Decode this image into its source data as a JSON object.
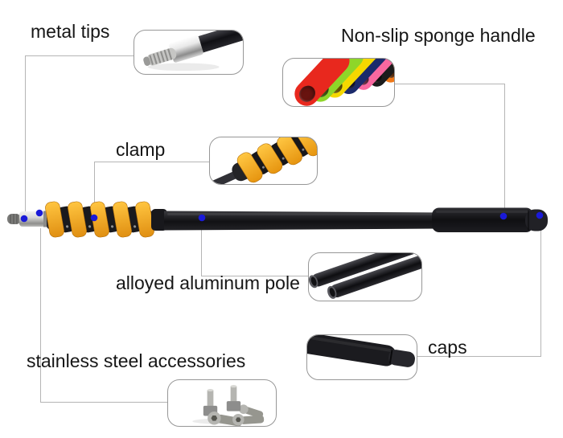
{
  "labels": {
    "metal_tips": "metal tips",
    "sponge_handle": "Non-slip sponge handle",
    "clamp": "clamp",
    "aluminum_pole": "alloyed aluminum pole",
    "caps": "caps",
    "stainless_accessories": "stainless steel accessories"
  },
  "colors": {
    "background": "#ffffff",
    "label_text": "#161616",
    "callout_line": "#b5b5b5",
    "inset_border": "#979797",
    "marker_dot": "#1a1ad8",
    "pole_black": "#1c1c20",
    "clamp_yellow": "#f2a71f",
    "metal_silver": "#c9c9c7",
    "sponge_colors": [
      "#e8281e",
      "#8ed629",
      "#f5d800",
      "#1b2a6b",
      "#f868a0",
      "#1c1c1c",
      "#f07818"
    ]
  },
  "insets": {
    "metal_tip": "metal-tip-closeup",
    "sponge_handles": "sponge-handle-colors-closeup",
    "clamp": "clamp-closeup",
    "aluminum_pole": "aluminum-pole-closeup",
    "cap": "cap-closeup",
    "screws": "stainless-screws-closeup"
  }
}
